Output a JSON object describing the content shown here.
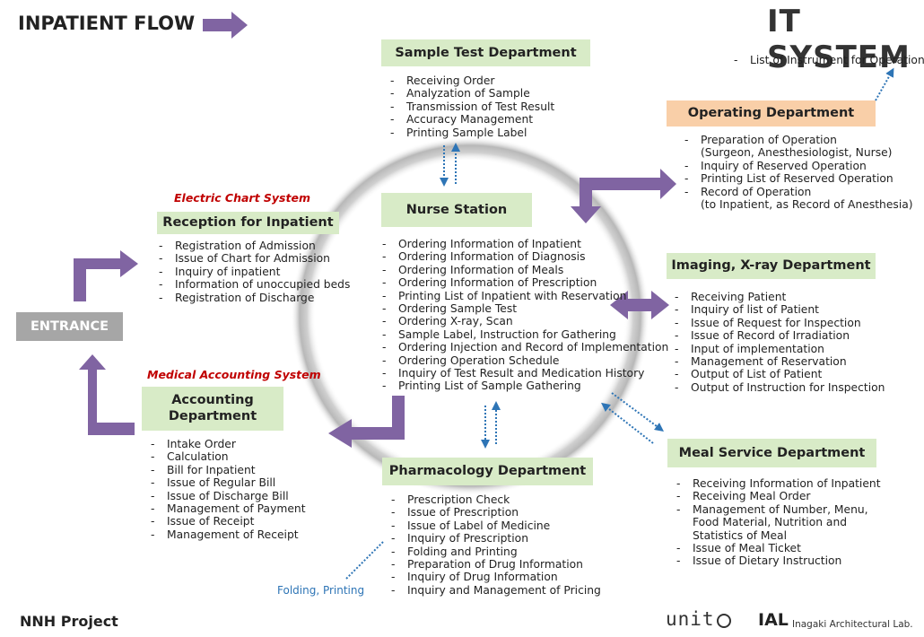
{
  "title": "INPATIENT FLOW",
  "system_title": "IT SYSTEM",
  "project": "NNH Project",
  "logos": {
    "unito": "unit",
    "ial": "IAL",
    "ial_full": "Inagaki Architectural Lab."
  },
  "entrance": "ENTRANCE",
  "labels": {
    "electric_chart": "Electric Chart System",
    "medical_accounting": "Medical Accounting System",
    "folding_printing": "Folding, Printing"
  },
  "colors": {
    "arrow": "#8064a2",
    "green_header": "#d8ebc7",
    "orange_header": "#f9cfa8",
    "system_label": "#c00000",
    "link": "#2e75b6"
  },
  "departments": {
    "sample_test": {
      "title": "Sample Test Department",
      "items": [
        "Receiving Order",
        "Analyzation of Sample",
        "Transmission of Test Result",
        "Accuracy Management",
        "Printing Sample Label"
      ]
    },
    "operating": {
      "title": "Operating Department",
      "note": "List of Instrument for Operation",
      "items": [
        "Preparation of Operation",
        "(Surgeon, Anesthesiologist, Nurse)",
        "Inquiry of Reserved Operation",
        "Printing List of Reserved Operation",
        "Record of Operation",
        "(to Inpatient, as Record of Anesthesia)"
      ]
    },
    "reception": {
      "title": "Reception for Inpatient",
      "items": [
        "Registration of Admission",
        "Issue of Chart for Admission",
        "Inquiry of inpatient",
        "Information of unoccupied beds",
        "Registration of Discharge"
      ]
    },
    "nurse": {
      "title": "Nurse Station",
      "items": [
        "Ordering Information of Inpatient",
        "Ordering Information of Diagnosis",
        "Ordering Information of Meals",
        "Ordering Information of Prescription",
        "Printing List of Inpatient with Reservation",
        "Ordering Sample Test",
        "Ordering X-ray, Scan",
        "Sample Label, Instruction for Gathering",
        "Ordering Injection and Record of Implementation",
        "Ordering Operation Schedule",
        "Inquiry of Test Result and Medication History",
        "Printing List of Sample Gathering"
      ]
    },
    "imaging": {
      "title": "Imaging, X-ray Department",
      "items": [
        "Receiving Patient",
        "Inquiry of list of Patient",
        "Issue of Request for Inspection",
        "Issue of Record of Irradiation",
        "Input of implementation",
        "Management of Reservation",
        "Output of List of Patient",
        "Output of Instruction for Inspection"
      ]
    },
    "accounting": {
      "title_line1": "Accounting",
      "title_line2": "Department",
      "items": [
        "Intake Order",
        "Calculation",
        "Bill for Inpatient",
        "Issue of Regular Bill",
        "Issue of Discharge Bill",
        "Management of Payment",
        "Issue of Receipt",
        "Management of Receipt"
      ]
    },
    "meal": {
      "title": "Meal Service Department",
      "items": [
        "Receiving Information of Inpatient",
        "Receiving Meal Order",
        "Management of Number, Menu,",
        "Food Material, Nutrition and",
        "Statistics of Meal",
        "Issue of Meal Ticket",
        "Issue of Dietary Instruction"
      ]
    },
    "pharmacology": {
      "title": "Pharmacology Department",
      "items": [
        "Prescription Check",
        "Issue of Prescription",
        "Issue of Label of Medicine",
        "Inquiry of Prescription",
        "Folding and Printing",
        "Preparation of Drug Information",
        "Inquiry of Drug Information",
        "Inquiry and Management of Pricing"
      ]
    }
  }
}
